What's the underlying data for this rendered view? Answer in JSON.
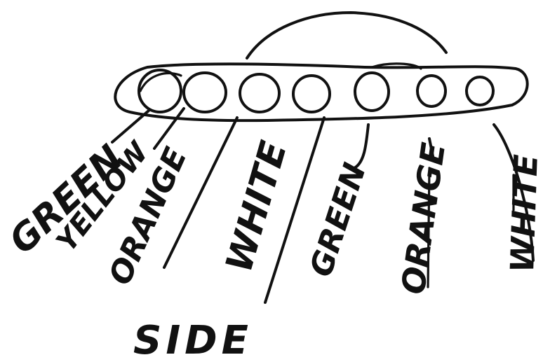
{
  "diagram": {
    "labels": {
      "green_1": "GREEN",
      "yellow": "YELLOW",
      "orange_1": "ORANGE",
      "white_1": "WHITE",
      "green_2": "GREEN",
      "orange_2": "ORANGE",
      "white_2": "WHITE"
    },
    "caption": "SIDE",
    "ink_color": "#111111"
  }
}
